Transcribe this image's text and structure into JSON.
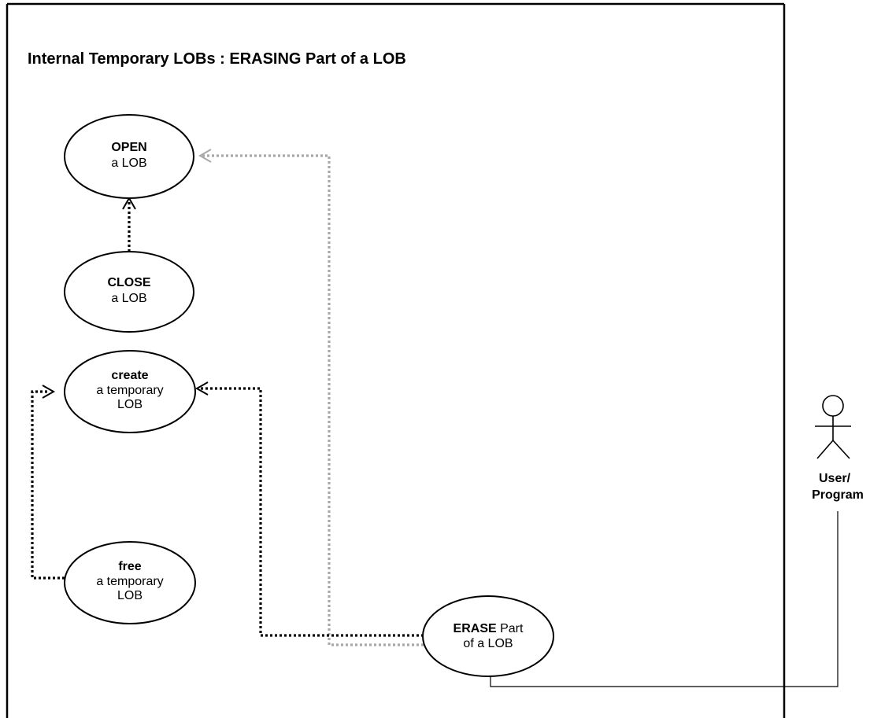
{
  "diagram": {
    "title": "Internal Temporary LOBs : ERASING Part of a LOB",
    "use_cases": {
      "open": {
        "bold": "OPEN",
        "lines": [
          "a LOB"
        ]
      },
      "close": {
        "bold": "CLOSE",
        "lines": [
          "a LOB"
        ]
      },
      "create": {
        "bold": "create",
        "lines": [
          "a temporary",
          "LOB"
        ]
      },
      "free": {
        "bold": "free",
        "lines": [
          "a temporary",
          "LOB"
        ]
      },
      "erase": {
        "bold": "ERASE",
        "rest": " Part",
        "lines": [
          "of a LOB"
        ]
      }
    },
    "actor": {
      "icon": "stick-figure-icon",
      "line1": "User/",
      "line2": "Program"
    },
    "colors": {
      "dependency": "#000000",
      "secondary_dependency": "#a8a8a8"
    }
  }
}
